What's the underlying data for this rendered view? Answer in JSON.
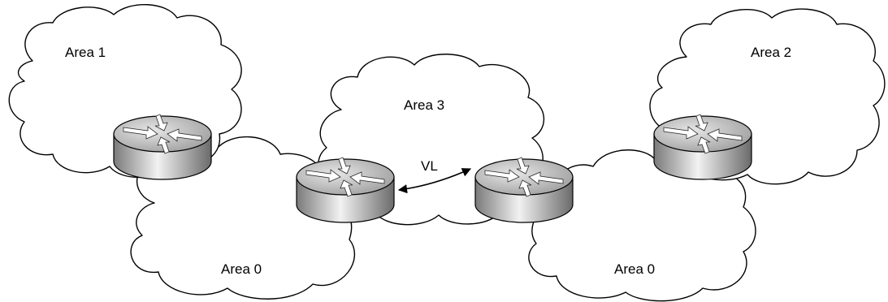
{
  "areas": {
    "area1": "Area 1",
    "area2": "Area 2",
    "area3": "Area 3",
    "area0_left": "Area 0",
    "area0_right": "Area 0"
  },
  "virtual_link": {
    "label": "VL"
  },
  "routers": [
    "router-icon",
    "router-icon",
    "router-icon",
    "router-icon"
  ],
  "colors": {
    "router_body_dark": "#6f6f6f",
    "router_body_light": "#e8e8e8",
    "router_top": "#bdbdbd",
    "outline": "#000000"
  }
}
